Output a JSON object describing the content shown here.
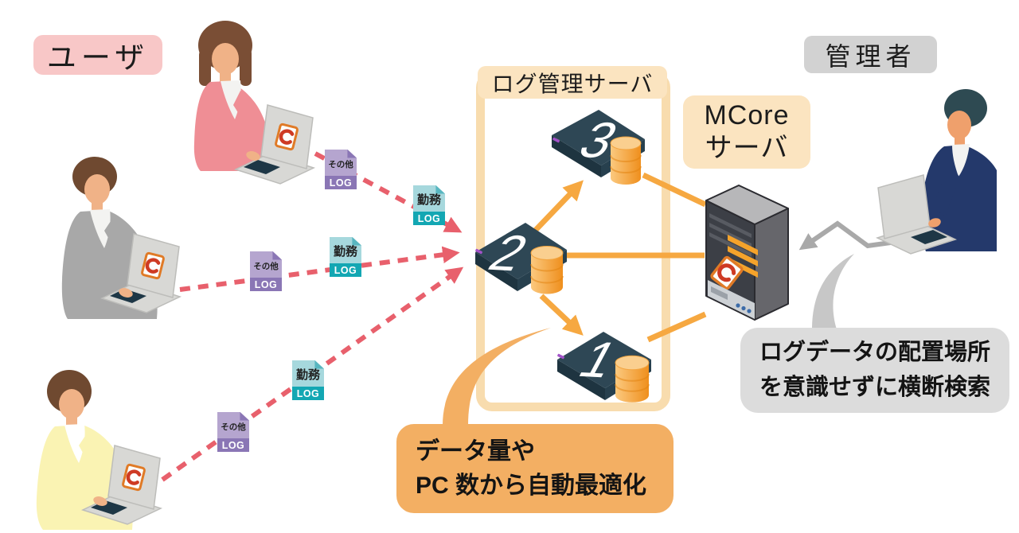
{
  "title_labels": {
    "users": "ユーザ",
    "admin": "管理者",
    "log_box": "ログ管理サーバ",
    "mcore_line1": "MCore",
    "mcore_line2": "サーバ"
  },
  "log_files": {
    "other": "その他",
    "work": "勤務",
    "log": "LOG"
  },
  "servers": [
    {
      "number": "3"
    },
    {
      "number": "2"
    },
    {
      "number": "1"
    }
  ],
  "callouts": {
    "optimize": {
      "line1": "データ量や",
      "line2": "PC 数から自動最適化"
    },
    "search": {
      "line1": "ログデータの配置場所",
      "line2": "を意識せずに横断検索"
    }
  },
  "colors": {
    "label_pink": "#F8C7C7",
    "label_gray": "#D2D2D2",
    "label_peach": "#FBE4C0",
    "box_border_orange": "#F8DCAE",
    "callout_orange": "#F3AF63",
    "callout_gray": "#DCDCDC",
    "arrow_pink": "#E8606C",
    "arrow_orange": "#F6A841",
    "arrow_gray": "#A9A9A9",
    "log_purple": "#8A76B5",
    "log_teal": "#13A7B3",
    "server_dark": "#2E4755",
    "database_orange": "#EF8F1D",
    "logo_red": "#CE3A23"
  }
}
